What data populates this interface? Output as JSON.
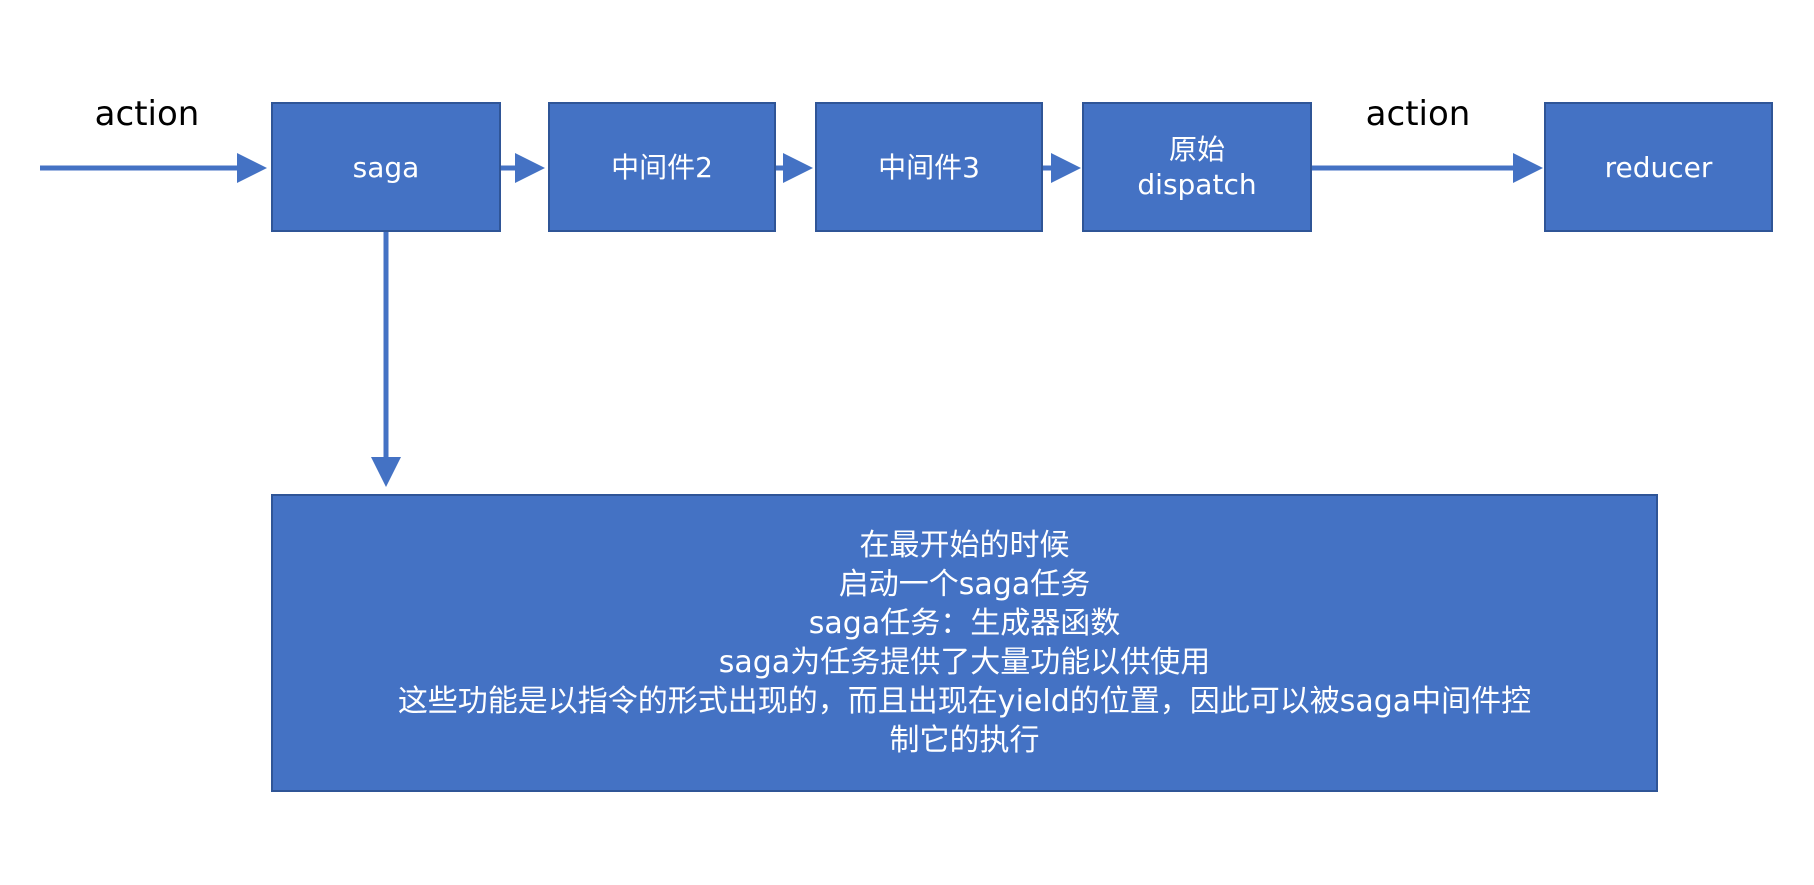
{
  "colors": {
    "box_fill": "#4472c4",
    "box_border": "#2f5597",
    "arrow": "#4472c4"
  },
  "labels": {
    "action_in": "action",
    "action_out": "action"
  },
  "nodes": {
    "saga": "saga",
    "middleware2": "中间件2",
    "middleware3": "中间件3",
    "dispatch_line1": "原始",
    "dispatch_line2": "dispatch",
    "reducer": "reducer"
  },
  "note": {
    "lines": [
      "在最开始的时候",
      "启动一个saga任务",
      "saga任务：生成器函数",
      "saga为任务提供了大量功能以供使用",
      "这些功能是以指令的形式出现的，而且出现在yield的位置，因此可以被saga中间件控",
      "制它的执行"
    ]
  }
}
